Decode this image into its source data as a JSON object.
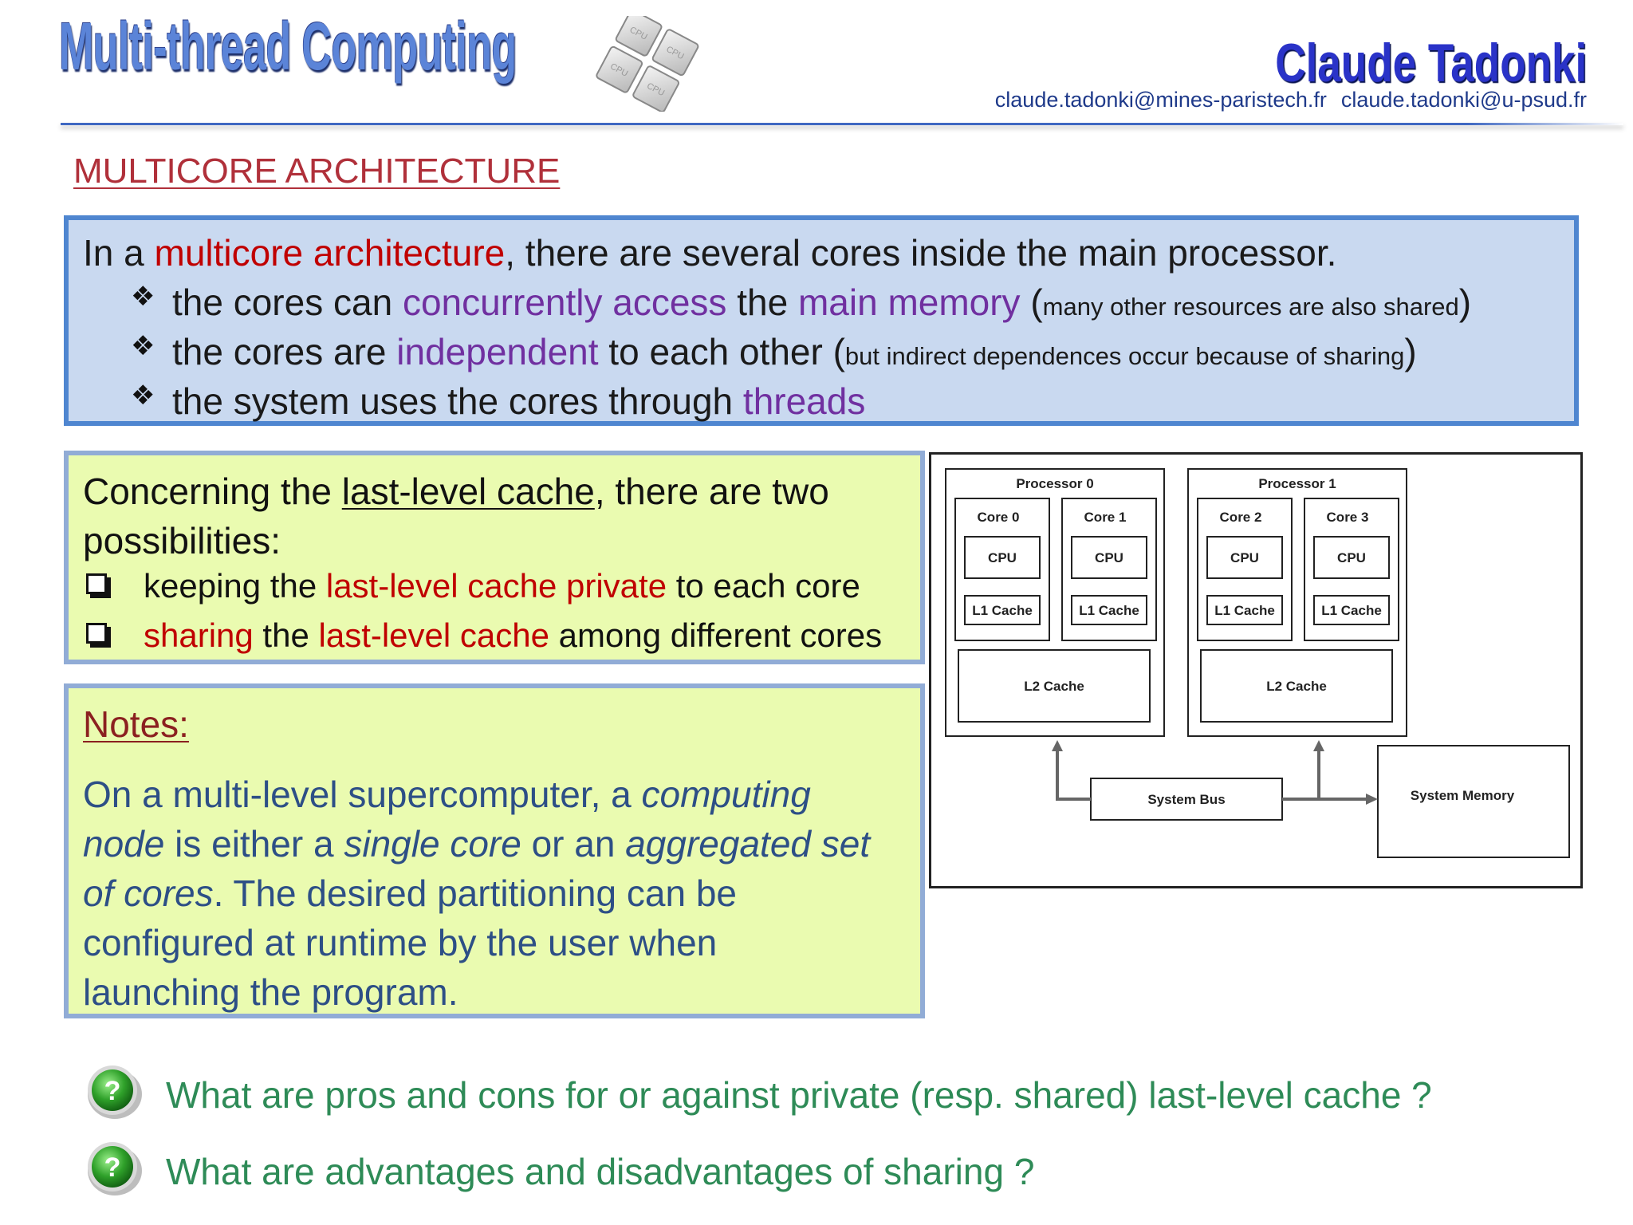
{
  "header": {
    "title": "Multi-thread Computing",
    "cpu_chip_label": "CPU",
    "author": "Claude  Tadonki",
    "email_1": "claude.tadonki@mines-paristech.fr",
    "email_2": "claude.tadonki@u-psud.fr"
  },
  "section_title": "MULTICORE ARCHITECTURE",
  "intro": {
    "line1_pre": "In a ",
    "line1_hl": "multicore architecture",
    "line1_post": ", there are several cores inside the main processor.",
    "bullets": [
      {
        "t1": "the cores can ",
        "h1": "concurrently access",
        "t2": " the ",
        "h2": "main memory",
        "t3": " (",
        "small": "many other resources are also shared",
        "t4": ")"
      },
      {
        "t1": "the cores are ",
        "h1": "independent",
        "t2": " to each other (",
        "small": "but indirect dependences occur because of sharing",
        "t3": ")"
      },
      {
        "t1": "the system uses the cores through ",
        "h1": "threads"
      }
    ]
  },
  "cache": {
    "line1_pre": "Concerning the ",
    "line1_ul": "last-level cache",
    "line1_post": ", there are two",
    "line2": "possibilities:",
    "options": [
      {
        "t1": "keeping the ",
        "h1": "last-level cache private",
        "t2": " to each core"
      },
      {
        "h1": "sharing",
        "t1": " the ",
        "h2": "last-level cache",
        "t2": " among different cores"
      }
    ]
  },
  "notes": {
    "title": "Notes:",
    "l1_a": "On a multi-level supercomputer, a ",
    "l1_b": "computing",
    "l2_a": "node",
    "l2_b": " is either a ",
    "l2_c": "single core",
    "l2_d": " or an ",
    "l2_e": "aggregated set",
    "l3_a": "of cores",
    "l3_b": ". The desired partitioning can be",
    "l4": "configured at runtime by the user when",
    "l5": "launching the program."
  },
  "diagram": {
    "processors": [
      {
        "name": "Processor 0",
        "cores": [
          "Core 0",
          "Core 1"
        ],
        "l2": "L2 Cache"
      },
      {
        "name": "Processor 1",
        "cores": [
          "Core 2",
          "Core 3"
        ],
        "l2": "L2 Cache"
      }
    ],
    "cpu_label": "CPU",
    "l1_label": "L1 Cache",
    "bus": "System Bus",
    "memory": "System Memory"
  },
  "questions": [
    "What are pros and cons for or against private (resp. shared) last-level cache ?",
    "What are advantages and disadvantages of sharing ?"
  ],
  "colors": {
    "accent_red": "#c00000",
    "accent_purple": "#7030a0",
    "notes_blue": "#2d4f86",
    "question_green": "#2e8b57",
    "intro_box_bg": "#c9d9f0",
    "yellow_box_bg": "#eafbb0"
  },
  "icons": [
    "cpu-chips-icon",
    "diamond-bullet-icon",
    "checkbox-bullet-icon",
    "question-mark-icon"
  ]
}
